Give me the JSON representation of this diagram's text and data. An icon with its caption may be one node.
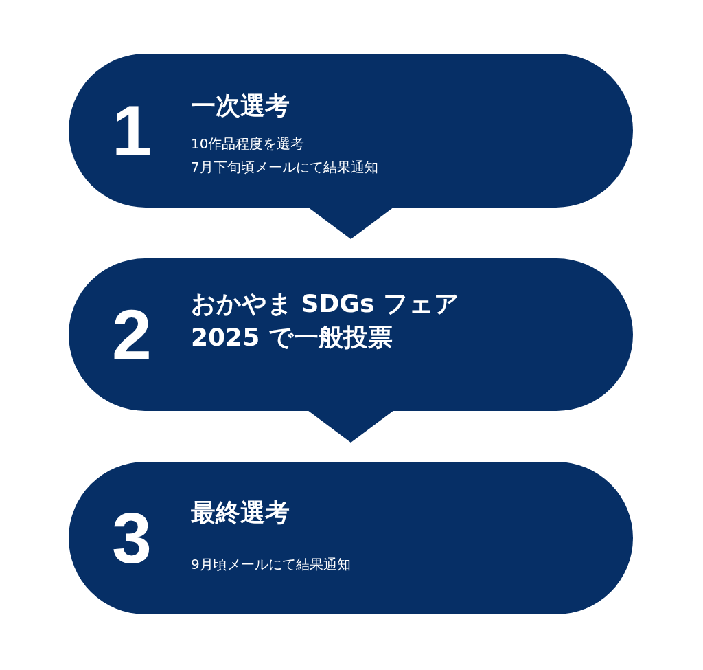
{
  "diagram": {
    "nodes": [
      {
        "text": [
          "1",
          "一次選考",
          "10作品程度を選考",
          "7月下旬頃メールにて結果通知"
        ]
      },
      {
        "text": [
          "2",
          "おかやま SDGs フェア 2025 で一般投票"
        ]
      },
      {
        "text": [
          "3",
          "最終選考",
          "9月頃メールにて結果通知"
        ]
      }
    ],
    "edges": [
      {
        "from": 0,
        "to": 1,
        "arrow": "to"
      },
      {
        "from": 1,
        "to": 2,
        "arrow": "to"
      }
    ]
  }
}
